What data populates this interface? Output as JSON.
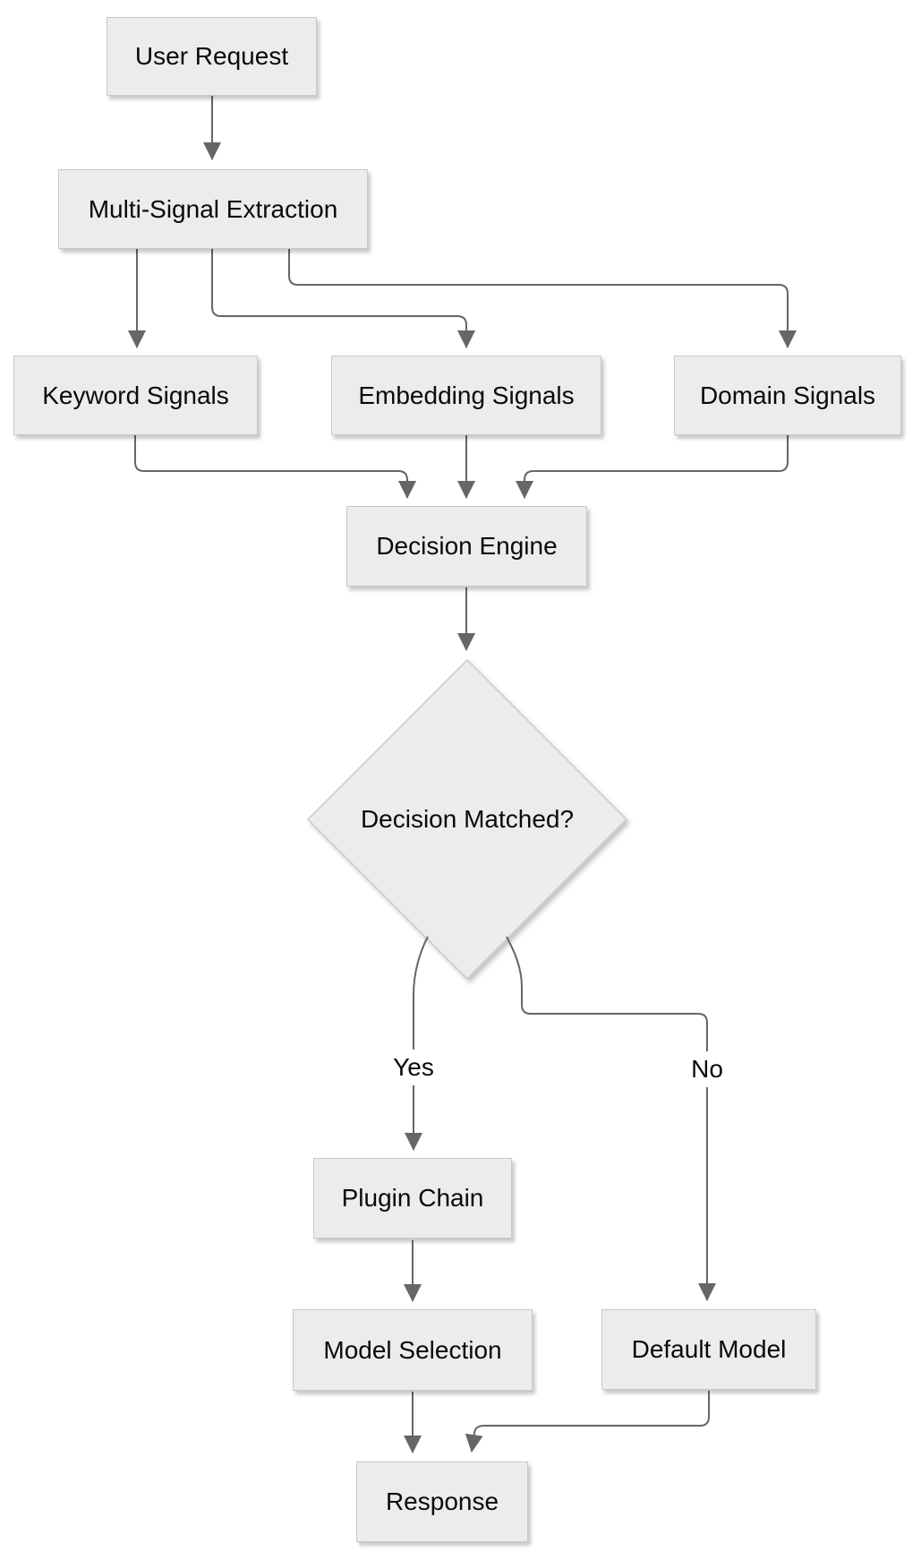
{
  "nodes": {
    "user_request": {
      "label": "User Request"
    },
    "multi_signal": {
      "label": "Multi-Signal Extraction"
    },
    "keyword": {
      "label": "Keyword Signals"
    },
    "embedding": {
      "label": "Embedding Signals"
    },
    "domain": {
      "label": "Domain Signals"
    },
    "decision_engine": {
      "label": "Decision Engine"
    },
    "decision_matched": {
      "label": "Decision Matched?"
    },
    "plugin_chain": {
      "label": "Plugin Chain"
    },
    "model_selection": {
      "label": "Model Selection"
    },
    "default_model": {
      "label": "Default Model"
    },
    "response": {
      "label": "Response"
    }
  },
  "edge_labels": {
    "yes": "Yes",
    "no": "No"
  },
  "edges": [
    {
      "from": "User Request",
      "to": "Multi-Signal Extraction"
    },
    {
      "from": "Multi-Signal Extraction",
      "to": "Keyword Signals"
    },
    {
      "from": "Multi-Signal Extraction",
      "to": "Embedding Signals"
    },
    {
      "from": "Multi-Signal Extraction",
      "to": "Domain Signals"
    },
    {
      "from": "Keyword Signals",
      "to": "Decision Engine"
    },
    {
      "from": "Embedding Signals",
      "to": "Decision Engine"
    },
    {
      "from": "Domain Signals",
      "to": "Decision Engine"
    },
    {
      "from": "Decision Engine",
      "to": "Decision Matched?"
    },
    {
      "from": "Decision Matched?",
      "to": "Plugin Chain",
      "label": "Yes"
    },
    {
      "from": "Decision Matched?",
      "to": "Default Model",
      "label": "No"
    },
    {
      "from": "Plugin Chain",
      "to": "Model Selection"
    },
    {
      "from": "Model Selection",
      "to": "Response"
    },
    {
      "from": "Default Model",
      "to": "Response"
    }
  ],
  "colors": {
    "background": "#ffffff",
    "node_fill": "#ececec",
    "node_border": "#c9c9c9",
    "edge": "#666666",
    "text": "#0a0a0a"
  }
}
